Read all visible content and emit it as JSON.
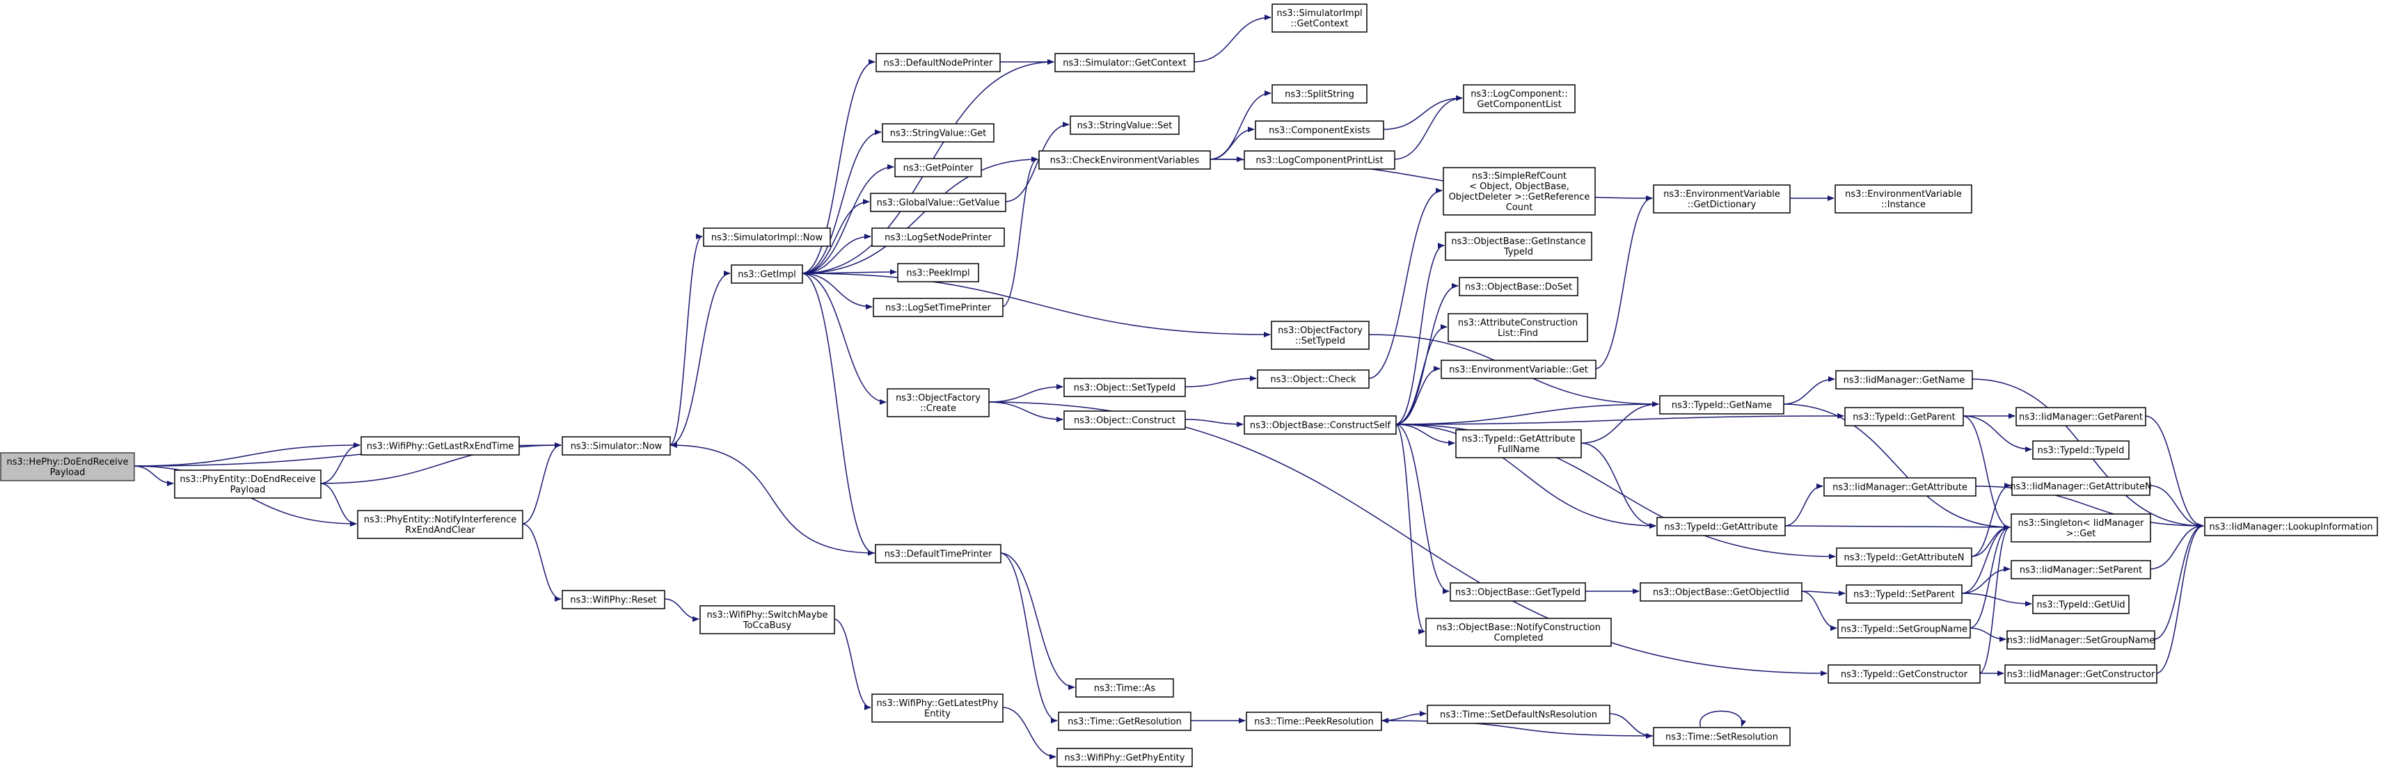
{
  "colors": {
    "edge": "#191970",
    "root_fill": "#bfbfbf",
    "node_fill": "#ffffff",
    "node_border": "#000000"
  },
  "nodes": {
    "n_hephy": {
      "lines": [
        "ns3::HePhy::DoEndReceive",
        "Payload"
      ],
      "root": true
    },
    "n_getlastrx": {
      "lines": [
        "ns3::WifiPhy::GetLastRxEndTime"
      ]
    },
    "n_phyentity_doend": {
      "lines": [
        "ns3::PhyEntity::DoEndReceive",
        "Payload"
      ]
    },
    "n_notifyinterf": {
      "lines": [
        "ns3::PhyEntity::NotifyInterference",
        "RxEndAndClear"
      ]
    },
    "n_simnow": {
      "lines": [
        "ns3::Simulator::Now"
      ]
    },
    "n_wifireset": {
      "lines": [
        "ns3::WifiPhy::Reset"
      ]
    },
    "n_switchmaybe": {
      "lines": [
        "ns3::WifiPhy::SwitchMaybe",
        "ToCcaBusy"
      ]
    },
    "n_simimplnow": {
      "lines": [
        "ns3::SimulatorImpl::Now"
      ]
    },
    "n_getimpl": {
      "lines": [
        "ns3::GetImpl"
      ]
    },
    "n_defnodeprinter": {
      "lines": [
        "ns3::DefaultNodePrinter"
      ]
    },
    "n_stringvalueget": {
      "lines": [
        "ns3::StringValue::Get"
      ]
    },
    "n_getpointer": {
      "lines": [
        "ns3::GetPointer"
      ]
    },
    "n_globalvalueget": {
      "lines": [
        "ns3::GlobalValue::GetValue"
      ]
    },
    "n_logsetnode": {
      "lines": [
        "ns3::LogSetNodePrinter"
      ]
    },
    "n_peekimpl": {
      "lines": [
        "ns3::PeekImpl"
      ]
    },
    "n_logsettime": {
      "lines": [
        "ns3::LogSetTimePrinter"
      ]
    },
    "n_objfactcreate": {
      "lines": [
        "ns3::ObjectFactory",
        "::Create"
      ]
    },
    "n_deftimeprinter": {
      "lines": [
        "ns3::DefaultTimePrinter"
      ]
    },
    "n_getlatestphy": {
      "lines": [
        "ns3::WifiPhy::GetLatestPhy",
        "Entity"
      ]
    },
    "n_simgetcontext": {
      "lines": [
        "ns3::Simulator::GetContext"
      ]
    },
    "n_stringvalueset": {
      "lines": [
        "ns3::StringValue::Set"
      ]
    },
    "n_checkenv": {
      "lines": [
        "ns3::CheckEnvironmentVariables"
      ]
    },
    "n_objsettypeid": {
      "lines": [
        "ns3::Object::SetTypeId"
      ]
    },
    "n_objconstruct": {
      "lines": [
        "ns3::Object::Construct"
      ]
    },
    "n_timeas": {
      "lines": [
        "ns3::Time::As"
      ]
    },
    "n_timegetres": {
      "lines": [
        "ns3::Time::GetResolution"
      ]
    },
    "n_getphyentity": {
      "lines": [
        "ns3::WifiPhy::GetPhyEntity"
      ]
    },
    "n_simimplctx": {
      "lines": [
        "ns3::SimulatorImpl",
        "::GetContext"
      ]
    },
    "n_splitstring": {
      "lines": [
        "ns3::SplitString"
      ]
    },
    "n_compexists": {
      "lines": [
        "ns3::ComponentExists"
      ]
    },
    "n_logcompprint": {
      "lines": [
        "ns3::LogComponentPrintList"
      ]
    },
    "n_objfactsettype": {
      "lines": [
        "ns3::ObjectFactory",
        "::SetTypeId"
      ]
    },
    "n_objcheck": {
      "lines": [
        "ns3::Object::Check"
      ]
    },
    "n_objbaseconstruct": {
      "lines": [
        "ns3::ObjectBase::ConstructSelf"
      ]
    },
    "n_timepeekres": {
      "lines": [
        "ns3::Time::PeekResolution"
      ]
    },
    "n_loggetlist": {
      "lines": [
        "ns3::LogComponent::",
        "GetComponentList"
      ]
    },
    "n_simplerefcount": {
      "lines": [
        "ns3::SimpleRefCount",
        "< Object, ObjectBase,",
        "ObjectDeleter >::GetReference",
        "Count"
      ]
    },
    "n_getinsttypeid": {
      "lines": [
        "ns3::ObjectBase::GetInstance",
        "TypeId"
      ]
    },
    "n_doset": {
      "lines": [
        "ns3::ObjectBase::DoSet"
      ]
    },
    "n_attrfind": {
      "lines": [
        "ns3::AttributeConstruction",
        "List::Find"
      ]
    },
    "n_envget": {
      "lines": [
        "ns3::EnvironmentVariable::Get"
      ]
    },
    "n_getattrfull": {
      "lines": [
        "ns3::TypeId::GetAttribute",
        "FullName"
      ]
    },
    "n_objgettypeid": {
      "lines": [
        "ns3::ObjectBase::GetTypeId"
      ]
    },
    "n_notifycc": {
      "lines": [
        "ns3::ObjectBase::NotifyConstruction",
        "Completed"
      ]
    },
    "n_setdefaultns": {
      "lines": [
        "ns3::Time::SetDefaultNsResolution"
      ]
    },
    "n_envgetdict": {
      "lines": [
        "ns3::EnvironmentVariable",
        "::GetDictionary"
      ]
    },
    "n_typeidgetname": {
      "lines": [
        "ns3::TypeId::GetName"
      ]
    },
    "n_typeidgetattr": {
      "lines": [
        "ns3::TypeId::GetAttribute"
      ]
    },
    "n_getobjectiid": {
      "lines": [
        "ns3::ObjectBase::GetObjectIid"
      ]
    },
    "n_timesetres": {
      "lines": [
        "ns3::Time::SetResolution"
      ]
    },
    "n_envinstance": {
      "lines": [
        "ns3::EnvironmentVariable",
        "::Instance"
      ]
    },
    "n_iidgetname": {
      "lines": [
        "ns3::IidManager::GetName"
      ]
    },
    "n_typeidgetparent": {
      "lines": [
        "ns3::TypeId::GetParent"
      ]
    },
    "n_typeidgetattrn": {
      "lines": [
        "ns3::TypeId::GetAttributeN"
      ]
    },
    "n_typeidsetparent": {
      "lines": [
        "ns3::TypeId::SetParent"
      ]
    },
    "n_typeidsetgroup": {
      "lines": [
        "ns3::TypeId::SetGroupName"
      ]
    },
    "n_typeidgetctor": {
      "lines": [
        "ns3::TypeId::GetConstructor"
      ]
    },
    "n_iidgetparent": {
      "lines": [
        "ns3::IidManager::GetParent"
      ]
    },
    "n_typeidtypeid": {
      "lines": [
        "ns3::TypeId::TypeId"
      ]
    },
    "n_iidgetattr": {
      "lines": [
        "ns3::IidManager::GetAttribute"
      ]
    },
    "n_iidgetattrn": {
      "lines": [
        "ns3::IidManager::GetAttributeN"
      ]
    },
    "n_singletonget": {
      "lines": [
        "ns3::Singleton< IidManager",
        ">::Get"
      ]
    },
    "n_iidsetparent": {
      "lines": [
        "ns3::IidManager::SetParent"
      ]
    },
    "n_typeidgetuid": {
      "lines": [
        "ns3::TypeId::GetUid"
      ]
    },
    "n_iidsetgroup": {
      "lines": [
        "ns3::IidManager::SetGroupName"
      ]
    },
    "n_iidgetctor": {
      "lines": [
        "ns3::IidManager::GetConstructor"
      ]
    },
    "n_iidlookup": {
      "lines": [
        "ns3::IidManager::LookupInformation"
      ]
    }
  },
  "edges": [
    [
      "n_hephy",
      "n_getlastrx"
    ],
    [
      "n_hephy",
      "n_phyentity_doend"
    ],
    [
      "n_hephy",
      "n_notifyinterf"
    ],
    [
      "n_hephy",
      "n_simnow"
    ],
    [
      "n_phyentity_doend",
      "n_getlastrx"
    ],
    [
      "n_phyentity_doend",
      "n_simnow"
    ],
    [
      "n_phyentity_doend",
      "n_notifyinterf"
    ],
    [
      "n_notifyinterf",
      "n_simnow"
    ],
    [
      "n_notifyinterf",
      "n_wifireset"
    ],
    [
      "n_wifireset",
      "n_switchmaybe"
    ],
    [
      "n_switchmaybe",
      "n_getlatestphy"
    ],
    [
      "n_getlatestphy",
      "n_getphyentity"
    ],
    [
      "n_simnow",
      "n_simimplnow"
    ],
    [
      "n_simnow",
      "n_getimpl"
    ],
    [
      "n_getimpl",
      "n_defnodeprinter"
    ],
    [
      "n_getimpl",
      "n_stringvalueget"
    ],
    [
      "n_getimpl",
      "n_getpointer"
    ],
    [
      "n_getimpl",
      "n_globalvalueget"
    ],
    [
      "n_getimpl",
      "n_logsetnode"
    ],
    [
      "n_getimpl",
      "n_peekimpl"
    ],
    [
      "n_getimpl",
      "n_logsettime"
    ],
    [
      "n_getimpl",
      "n_objfactcreate"
    ],
    [
      "n_getimpl",
      "n_deftimeprinter"
    ],
    [
      "n_getimpl",
      "n_simgetcontext"
    ],
    [
      "n_getimpl",
      "n_checkenv"
    ],
    [
      "n_getimpl",
      "n_objfactsettype"
    ],
    [
      "n_defnodeprinter",
      "n_simgetcontext"
    ],
    [
      "n_simgetcontext",
      "n_simimplctx"
    ],
    [
      "n_globalvalueget",
      "n_stringvalueset"
    ],
    [
      "n_logsettime",
      "n_checkenv"
    ],
    [
      "n_checkenv",
      "n_splitstring"
    ],
    [
      "n_checkenv",
      "n_compexists"
    ],
    [
      "n_checkenv",
      "n_logcompprint"
    ],
    [
      "n_checkenv",
      "n_envgetdict"
    ],
    [
      "n_compexists",
      "n_loggetlist"
    ],
    [
      "n_logcompprint",
      "n_loggetlist"
    ],
    [
      "n_objfactsettype",
      "n_typeidgetname"
    ],
    [
      "n_objfactcreate",
      "n_objsettypeid"
    ],
    [
      "n_objfactcreate",
      "n_objconstruct"
    ],
    [
      "n_objfactcreate",
      "n_typeidgetctor"
    ],
    [
      "n_objsettypeid",
      "n_objcheck"
    ],
    [
      "n_objcheck",
      "n_simplerefcount"
    ],
    [
      "n_objconstruct",
      "n_objbaseconstruct"
    ],
    [
      "n_objbaseconstruct",
      "n_getinsttypeid"
    ],
    [
      "n_objbaseconstruct",
      "n_doset"
    ],
    [
      "n_objbaseconstruct",
      "n_attrfind"
    ],
    [
      "n_objbaseconstruct",
      "n_envget"
    ],
    [
      "n_objbaseconstruct",
      "n_typeidgetname"
    ],
    [
      "n_objbaseconstruct",
      "n_getattrfull"
    ],
    [
      "n_objbaseconstruct",
      "n_typeidgetparent"
    ],
    [
      "n_objbaseconstruct",
      "n_typeidgetattr"
    ],
    [
      "n_objbaseconstruct",
      "n_typeidgetattrn"
    ],
    [
      "n_objbaseconstruct",
      "n_objgettypeid"
    ],
    [
      "n_objbaseconstruct",
      "n_notifycc"
    ],
    [
      "n_envget",
      "n_envgetdict"
    ],
    [
      "n_envgetdict",
      "n_envinstance"
    ],
    [
      "n_getattrfull",
      "n_typeidgetname"
    ],
    [
      "n_getattrfull",
      "n_typeidgetattr"
    ],
    [
      "n_objgettypeid",
      "n_getobjectiid"
    ],
    [
      "n_getobjectiid",
      "n_typeidsetparent"
    ],
    [
      "n_getobjectiid",
      "n_typeidsetgroup"
    ],
    [
      "n_deftimeprinter",
      "n_simnow"
    ],
    [
      "n_deftimeprinter",
      "n_timeas"
    ],
    [
      "n_deftimeprinter",
      "n_timegetres"
    ],
    [
      "n_timegetres",
      "n_timepeekres"
    ],
    [
      "n_timepeekres",
      "n_setdefaultns"
    ],
    [
      "n_setdefaultns",
      "n_timesetres"
    ],
    [
      "n_timesetres",
      "n_timepeekres"
    ],
    [
      "n_timesetres",
      "n_timesetres"
    ],
    [
      "n_typeidgetname",
      "n_iidgetname"
    ],
    [
      "n_typeidgetname",
      "n_singletonget"
    ],
    [
      "n_typeidgetattr",
      "n_iidgetattr"
    ],
    [
      "n_typeidgetattr",
      "n_singletonget"
    ],
    [
      "n_typeidgetparent",
      "n_iidgetparent"
    ],
    [
      "n_typeidgetparent",
      "n_typeidtypeid"
    ],
    [
      "n_typeidgetparent",
      "n_singletonget"
    ],
    [
      "n_typeidgetattrn",
      "n_iidgetattrn"
    ],
    [
      "n_typeidgetattrn",
      "n_singletonget"
    ],
    [
      "n_typeidsetparent",
      "n_iidsetparent"
    ],
    [
      "n_typeidsetparent",
      "n_typeidgetuid"
    ],
    [
      "n_typeidsetparent",
      "n_singletonget"
    ],
    [
      "n_typeidsetgroup",
      "n_iidsetgroup"
    ],
    [
      "n_typeidsetgroup",
      "n_singletonget"
    ],
    [
      "n_typeidgetctor",
      "n_iidgetctor"
    ],
    [
      "n_typeidgetctor",
      "n_singletonget"
    ],
    [
      "n_iidgetname",
      "n_iidlookup"
    ],
    [
      "n_iidgetparent",
      "n_iidlookup"
    ],
    [
      "n_iidgetattrn",
      "n_iidlookup"
    ],
    [
      "n_iidsetparent",
      "n_iidlookup"
    ],
    [
      "n_iidsetgroup",
      "n_iidlookup"
    ],
    [
      "n_iidgetctor",
      "n_iidlookup"
    ],
    [
      "n_iidgetattr",
      "n_iidlookup"
    ]
  ]
}
